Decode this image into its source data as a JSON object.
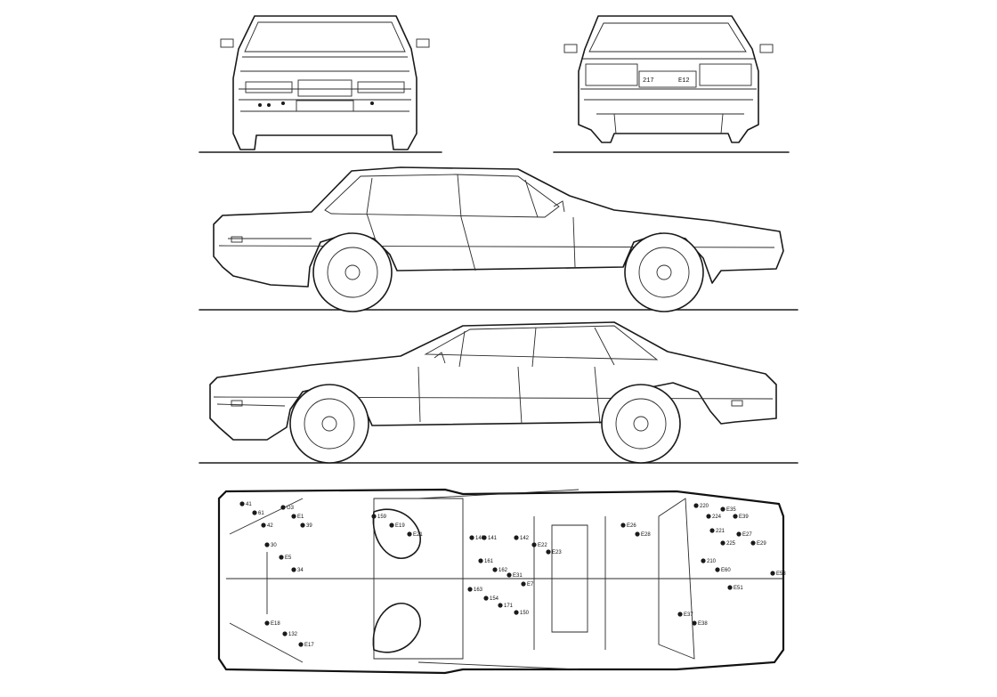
{
  "rear_plate": {
    "left": "217",
    "right": "E12"
  },
  "points": [
    {
      "id": "41"
    },
    {
      "id": "61"
    },
    {
      "id": "42"
    },
    {
      "id": "G3"
    },
    {
      "id": "E1"
    },
    {
      "id": "39"
    },
    {
      "id": "140"
    },
    {
      "id": "141"
    },
    {
      "id": "142"
    },
    {
      "id": "E22"
    },
    {
      "id": "E23"
    },
    {
      "id": "30"
    },
    {
      "id": "E5"
    },
    {
      "id": "34"
    },
    {
      "id": "159"
    },
    {
      "id": "E19"
    },
    {
      "id": "E21"
    },
    {
      "id": "220"
    },
    {
      "id": "224"
    },
    {
      "id": "E35"
    },
    {
      "id": "E39"
    },
    {
      "id": "221"
    },
    {
      "id": "225"
    },
    {
      "id": "E27"
    },
    {
      "id": "E29"
    },
    {
      "id": "210"
    },
    {
      "id": "E60"
    },
    {
      "id": "E53"
    },
    {
      "id": "E51"
    },
    {
      "id": "E37"
    },
    {
      "id": "E38"
    },
    {
      "id": "161"
    },
    {
      "id": "162"
    },
    {
      "id": "E31"
    },
    {
      "id": "E7"
    },
    {
      "id": "163"
    },
    {
      "id": "154"
    },
    {
      "id": "171"
    },
    {
      "id": "150"
    },
    {
      "id": "E18"
    },
    {
      "id": "132"
    },
    {
      "id": "E17"
    },
    {
      "id": "E26"
    },
    {
      "id": "E28"
    }
  ]
}
